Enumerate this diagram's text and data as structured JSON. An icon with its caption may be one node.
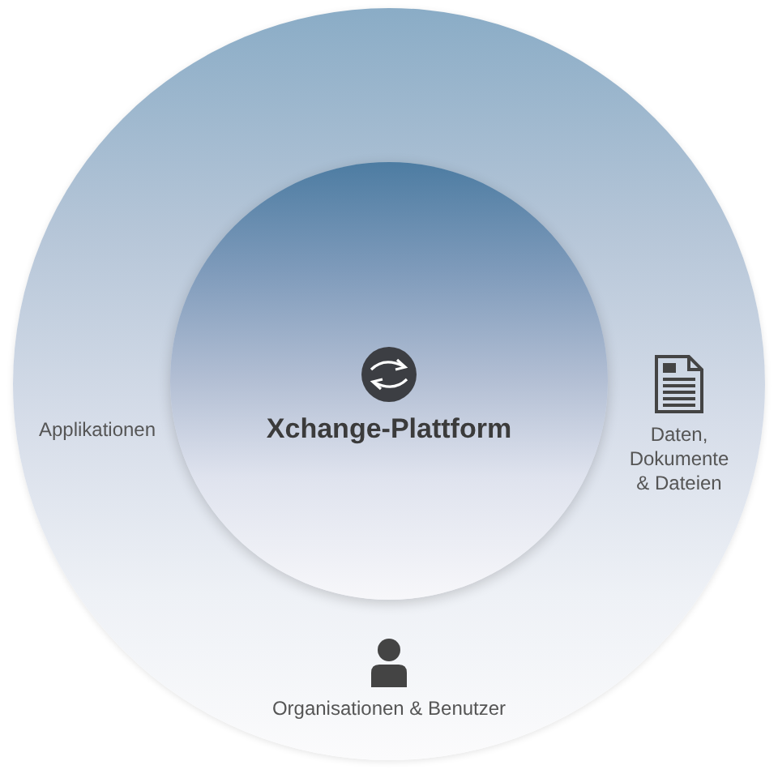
{
  "diagram": {
    "nodes": [
      {
        "text": [
          "Applikationen",
          "Daten, Dokumente & Dateien",
          "Organisationen & Benutzer"
        ]
      },
      {
        "text": [
          "Xchange-Plattform"
        ],
        "in": 0
      }
    ]
  }
}
